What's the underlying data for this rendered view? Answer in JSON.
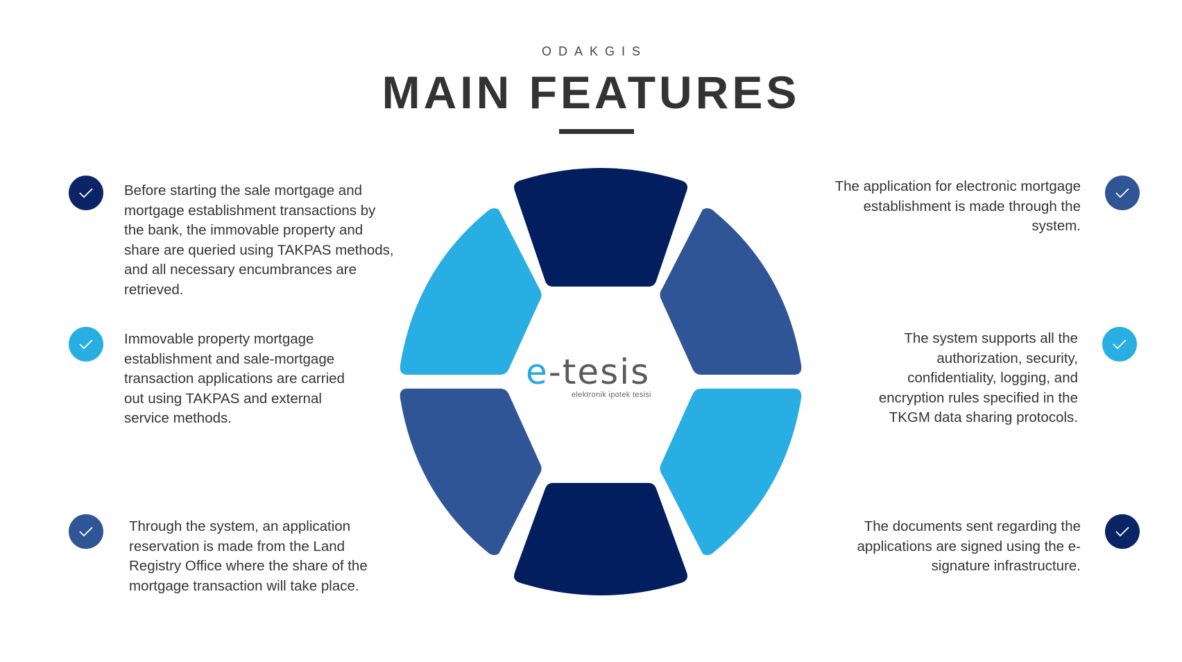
{
  "header": {
    "kicker": "ODAKGIS",
    "title": "MAIN FEATURES"
  },
  "colors": {
    "navy": "#021e5e",
    "mid_blue": "#2f5597",
    "light_blue": "#29aee3",
    "text": "#333333"
  },
  "logo": {
    "prefix": "e",
    "main": "-tesis",
    "tagline": "elektronik ipotek tesisi"
  },
  "features_left": [
    {
      "text": "Before starting the sale mortgage and mortgage establishment transactions by the bank, the immovable property and share are queried using TAKPAS methods, and all necessary encumbrances are retrieved.",
      "icon": "check-icon",
      "color": "#0a2465"
    },
    {
      "text": "Immovable property mortgage establishment and sale-mortgage transaction applications are carried out using TAKPAS and external service methods.",
      "icon": "check-icon",
      "color": "#29aee3"
    },
    {
      "text": "Through the system, an application reservation is made from the Land Registry Office where the share of the mortgage transaction will take place.",
      "icon": "check-icon",
      "color": "#2f5597"
    }
  ],
  "features_right": [
    {
      "text": "The application for electronic mortgage establishment is made through the system.",
      "icon": "check-icon",
      "color": "#2f5597"
    },
    {
      "text": "The system supports all the authorization, security, confidentiality, logging, and encryption rules specified in the TKGM data sharing protocols.",
      "icon": "check-icon",
      "color": "#29aee3"
    },
    {
      "text": "The documents sent regarding the applications are signed using the e-signature infrastructure.",
      "icon": "check-icon",
      "color": "#0a2465"
    }
  ]
}
